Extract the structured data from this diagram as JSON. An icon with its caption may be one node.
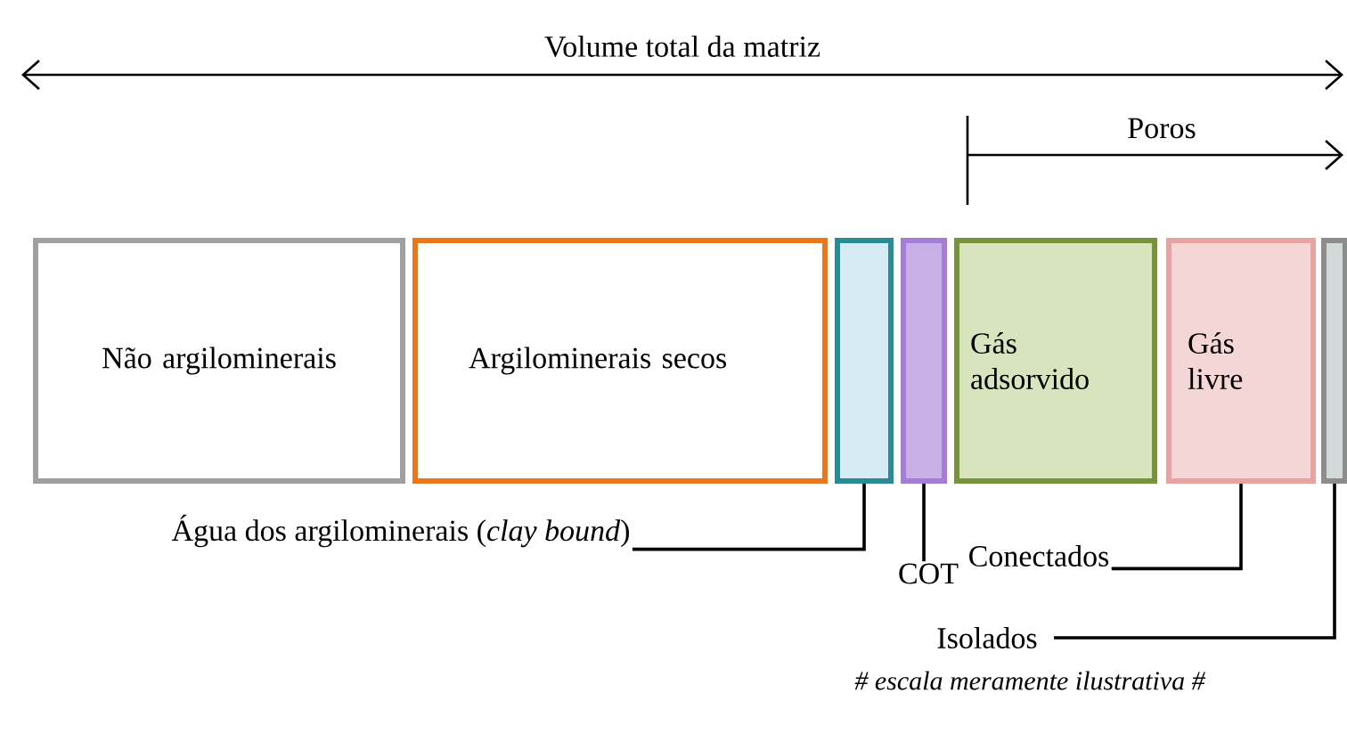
{
  "diagram": {
    "caption": "# escala meramente ilustrativa #",
    "nodes": [
      {
        "text": [
          "Não argilominerais"
        ]
      },
      {
        "text": [
          "Argilominerais secos"
        ]
      },
      {
        "text": [],
        "shape": "box"
      },
      {
        "text": [],
        "shape": "box"
      },
      {
        "text": [
          "Gás adsorvido"
        ]
      },
      {
        "text": [
          "Gás livre"
        ]
      },
      {
        "text": [],
        "shape": "box"
      },
      {
        "text": [
          "Água dos argilominerais (*clay bound*)"
        ]
      },
      {
        "text": [
          "COT"
        ]
      },
      {
        "text": [
          "Conectados"
        ]
      },
      {
        "text": [
          "Isolados"
        ]
      }
    ],
    "edges": [
      {
        "from": 7,
        "to": 2,
        "arrow": "none"
      },
      {
        "from": 8,
        "to": 3,
        "arrow": "none"
      },
      {
        "from": 9,
        "to": 5,
        "arrow": "none"
      },
      {
        "from": 10,
        "to": 6,
        "arrow": "none"
      }
    ],
    "labels": [
      "Volume total da matriz",
      "Poros"
    ]
  }
}
